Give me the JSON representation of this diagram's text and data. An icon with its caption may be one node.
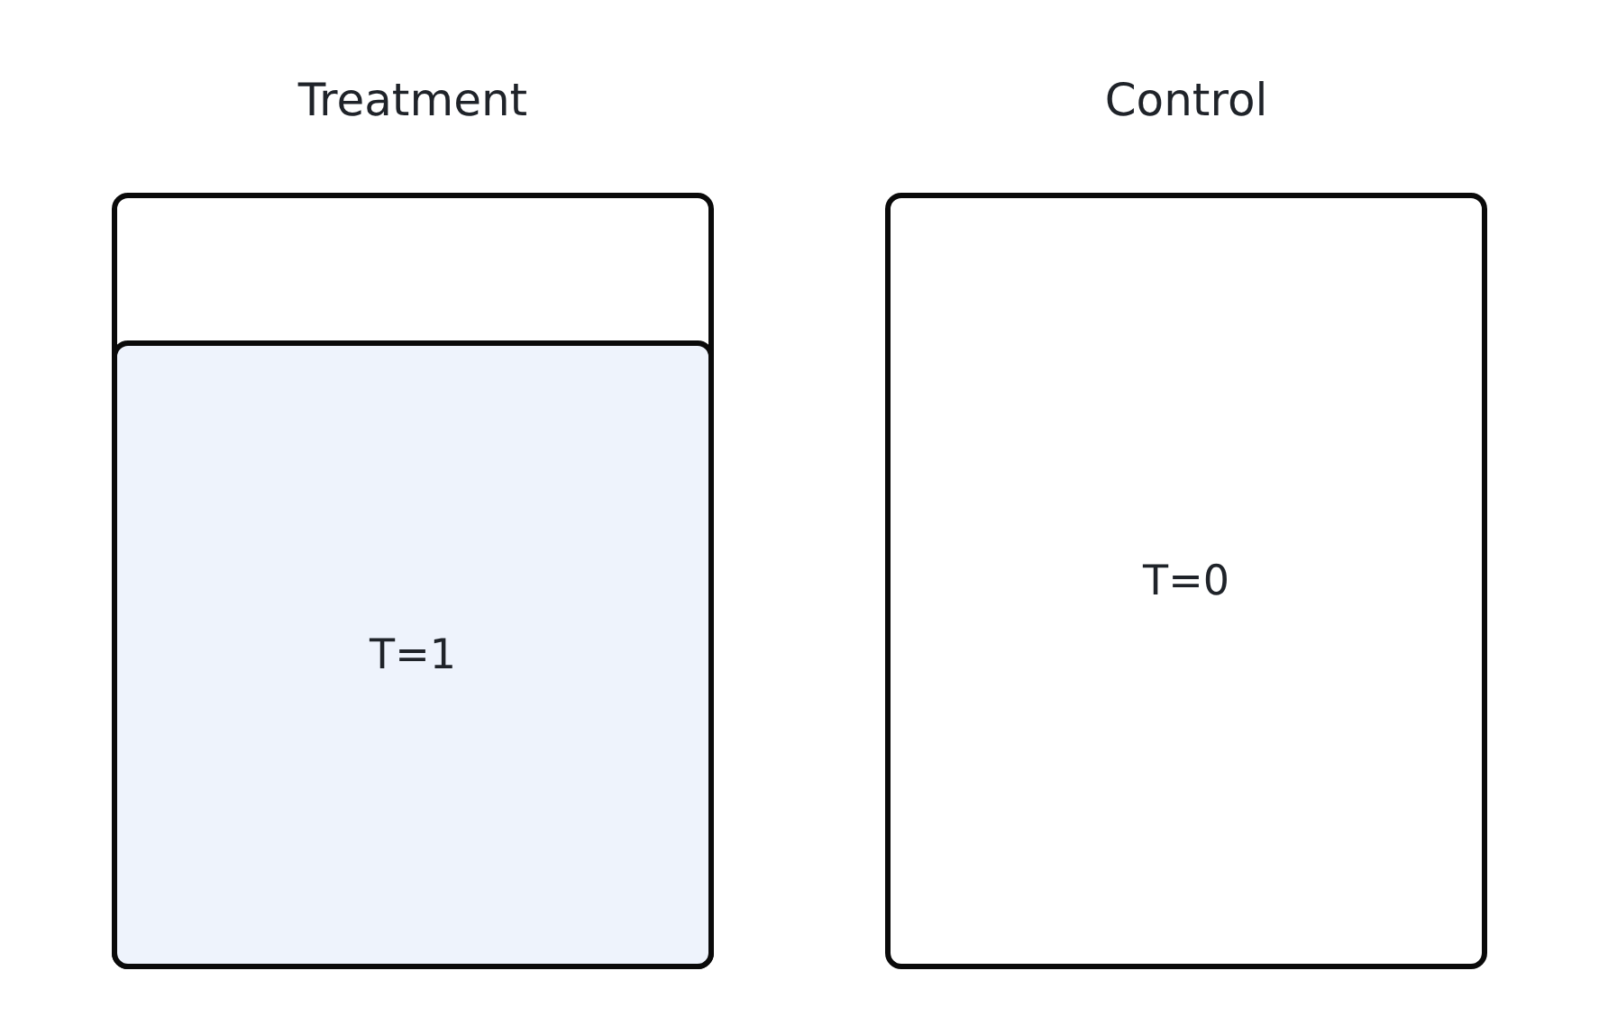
{
  "diagram": {
    "nodes": [
      {
        "text": [
          "Treatment"
        ]
      },
      {
        "text": [
          "T=1"
        ],
        "in": 0
      },
      {
        "text": [
          "Control",
          "T=0"
        ]
      }
    ]
  }
}
